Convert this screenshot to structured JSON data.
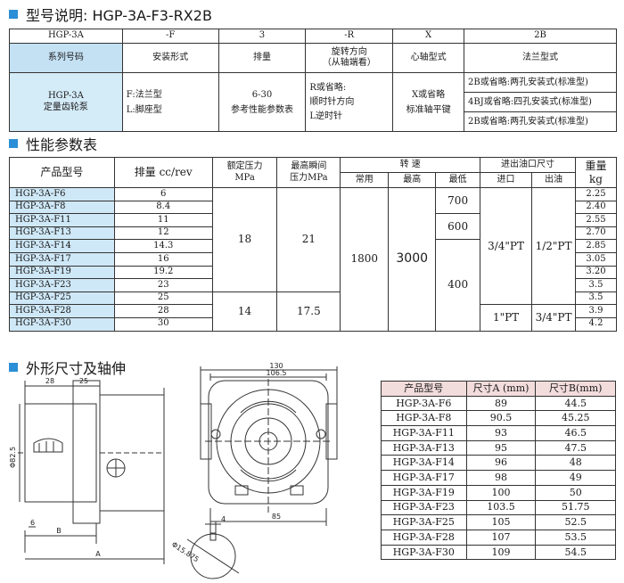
{
  "section1": {
    "title": "型号说明: HGP-3A-F3-RX2B",
    "codes": [
      "HGP-3A",
      "-F",
      "3",
      "-R",
      "X",
      "2B"
    ],
    "headers": [
      "系列号码",
      "安装形式",
      "排量",
      "旋转方向\n（从轴端看）",
      "心轴型式",
      "法兰型式"
    ],
    "details": {
      "series": "HGP-3A\n定量齿轮泵",
      "mount": "F:法兰型\nL:脚座型",
      "displacement": "6-30\n参考性能参数表",
      "rotation": "R或省略:\n顺时针方向\nL逆时针",
      "shaft": "X或省略\n标准轴平键",
      "flange": [
        "2B或省略:两孔安装式(标准型)",
        "4BJ或省略:四孔安装式(标准型)",
        "2B或省略:两孔安装式(标准型)"
      ]
    }
  },
  "section2": {
    "title": "性能参数表",
    "headers": {
      "model": "产品型号",
      "displacement": "排量 cc/rev",
      "rated_pressure": "额定压力\nMPa",
      "max_pressure": "最高瞬间\n压力MPa",
      "speed": "转 速",
      "speed_normal": "常用",
      "speed_max": "最高",
      "speed_min": "最低",
      "port": "进出油口尺寸",
      "port_in": "进口",
      "port_out": "出油",
      "weight": "重量\nkg"
    },
    "models": [
      "HGP-3A-F6",
      "HGP-3A-F8",
      "HGP-3A-F11",
      "HGP-3A-F13",
      "HGP-3A-F14",
      "HGP-3A-F17",
      "HGP-3A-F19",
      "HGP-3A-F23",
      "HGP-3A-F25",
      "HGP-3A-F28",
      "HGP-3A-F30"
    ],
    "displacements": [
      "6",
      "8.4",
      "11",
      "12",
      "14.3",
      "16",
      "19.2",
      "23",
      "25",
      "28",
      "30"
    ],
    "weights": [
      "2.25",
      "2.40",
      "2.55",
      "2.70",
      "2.85",
      "3.05",
      "3.20",
      "3.5",
      "3.5",
      "3.9",
      "4.2"
    ],
    "rated_pressure_a": "18",
    "rated_pressure_b": "14",
    "max_pressure_a": "21",
    "max_pressure_b": "17.5",
    "speed_normal": "1800",
    "speed_max": "3000",
    "speed_min": [
      "700",
      "600",
      "400"
    ],
    "port_in_a": "3/4\"PT",
    "port_out_a": "1/2\"PT",
    "port_in_b": "1\"PT",
    "port_out_b": "3/4\"PT"
  },
  "section3": {
    "title": "外形尺寸及轴伸",
    "table_headers": [
      "产品型号",
      "尺寸A (mm)",
      "尺寸B(mm)"
    ],
    "rows": [
      [
        "HGP-3A-F6",
        "89",
        "44.5"
      ],
      [
        "HGP-3A-F8",
        "90.5",
        "45.25"
      ],
      [
        "HGP-3A-F11",
        "93",
        "46.5"
      ],
      [
        "HGP-3A-F13",
        "95",
        "47.5"
      ],
      [
        "HGP-3A-F14",
        "96",
        "48"
      ],
      [
        "HGP-3A-F17",
        "98",
        "49"
      ],
      [
        "HGP-3A-F19",
        "100",
        "50"
      ],
      [
        "HGP-3A-F23",
        "103.5",
        "51.75"
      ],
      [
        "HGP-3A-F25",
        "105",
        "52.5"
      ],
      [
        "HGP-3A-F28",
        "107",
        "53.5"
      ],
      [
        "HGP-3A-F30",
        "109",
        "54.5"
      ]
    ],
    "dims": {
      "d28": "28",
      "d25": "25",
      "d82": "Φ82.5",
      "d6": "6",
      "dB": "B",
      "dA": "A",
      "d130": "130",
      "d106": "106.5",
      "d85": "85",
      "d4": "4",
      "d15": "Φ15.875"
    }
  },
  "colors": {
    "accent": "#2a8fd6",
    "header_blue": "#c4e1f4",
    "model_blue": "#cfe8f7",
    "header_pink": "#f3dcdc"
  }
}
